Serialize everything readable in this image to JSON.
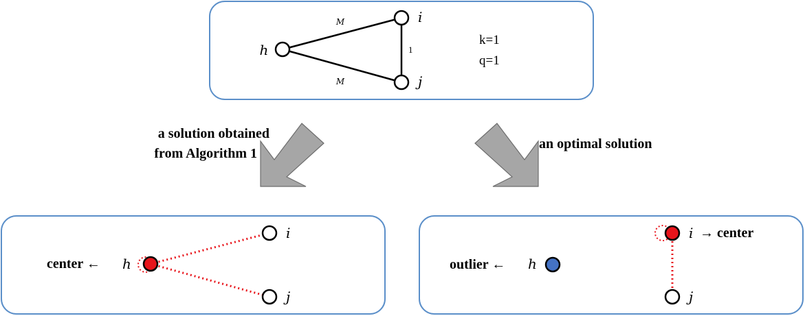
{
  "top_graph": {
    "nodes": {
      "h": "h",
      "i": "i",
      "j": "j"
    },
    "edge_hi": "M",
    "edge_hj": "M",
    "edge_ij": "1",
    "param_k": "k=1",
    "param_q": "q=1"
  },
  "arrow_left_label": [
    "a solution obtained",
    "from Algorithm 1"
  ],
  "arrow_right_label": "an optimal solution",
  "left_solution": {
    "h_label": "h",
    "h_role": "center ← ",
    "i_label": "i",
    "j_label": "j"
  },
  "right_solution": {
    "h_label": "h",
    "h_role": "outlier ← ",
    "i_label": "i",
    "i_role": "→ center",
    "j_label": "j"
  },
  "colors": {
    "box_border": "#5b8fc9",
    "center_fill": "#e8141b",
    "outlier_fill": "#4472c4",
    "dotted_edge": "#e8141b",
    "arrow_fill": "#a6a6a6"
  }
}
